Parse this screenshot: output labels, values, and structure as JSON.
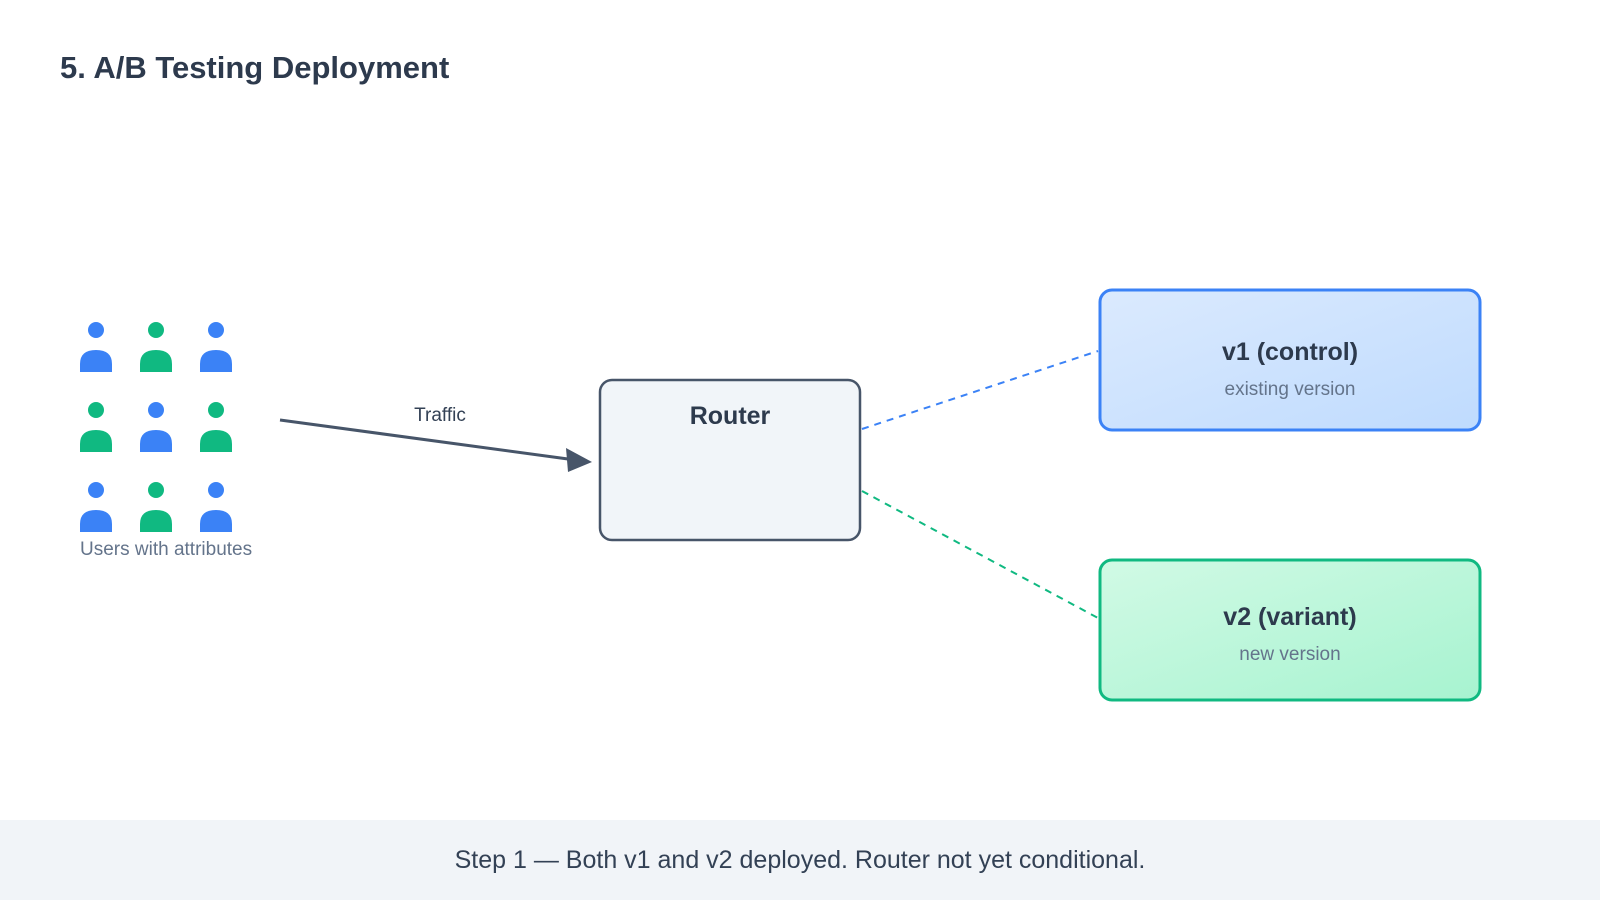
{
  "header": {
    "title": "5. A/B Testing Deployment"
  },
  "users": {
    "caption": "Users with attributes",
    "icon_name": "user-icon",
    "grid": [
      [
        "blue",
        "green",
        "blue"
      ],
      [
        "green",
        "blue",
        "green"
      ],
      [
        "blue",
        "green",
        "blue"
      ]
    ]
  },
  "traffic_arrow": {
    "label": "Traffic"
  },
  "router": {
    "label": "Router"
  },
  "versions": {
    "v1": {
      "label": "v1 (control)",
      "sublabel": "existing version"
    },
    "v2": {
      "label": "v2 (variant)",
      "sublabel": "new version"
    }
  },
  "footer": {
    "text": "Step 1 — Both v1 and v2 deployed. Router not yet conditional."
  },
  "colors": {
    "blue": "#3b82f6",
    "green": "#10b981",
    "router_stroke": "#475569",
    "router_fill": "#f1f5f9",
    "title_text": "#2d3a4d",
    "muted_text": "#64748b"
  }
}
